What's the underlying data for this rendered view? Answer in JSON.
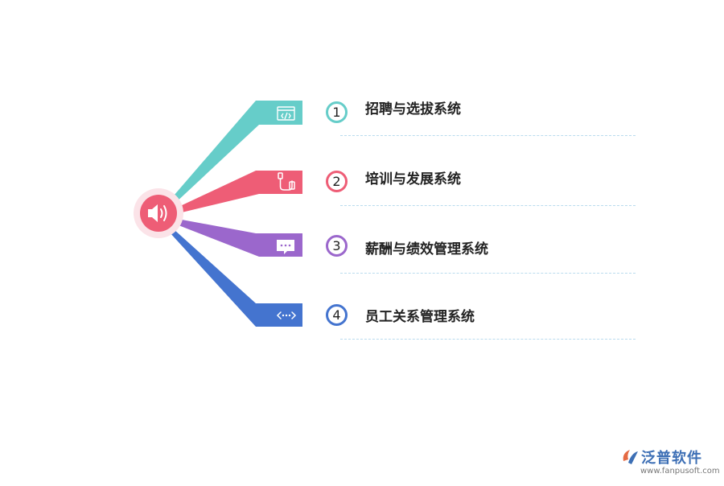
{
  "items": [
    {
      "number": "1",
      "label": "招聘与选拔系统",
      "color": "#66cdc9",
      "icon": "code-window-icon"
    },
    {
      "number": "2",
      "label": "培训与发展系统",
      "color": "#ee5d76",
      "icon": "usb-cable-icon"
    },
    {
      "number": "3",
      "label": "薪酬与绩效管理系统",
      "color": "#9b67cc",
      "icon": "chat-bubble-icon"
    },
    {
      "number": "4",
      "label": "员工关系管理系统",
      "color": "#4474cf",
      "icon": "share-arrows-icon"
    }
  ],
  "hub": {
    "icon": "speaker-icon",
    "color": "#ee5d76"
  },
  "logo": {
    "name": "泛普软件",
    "url": "www.fanpusoft.com",
    "color": "#3d6fb5"
  }
}
